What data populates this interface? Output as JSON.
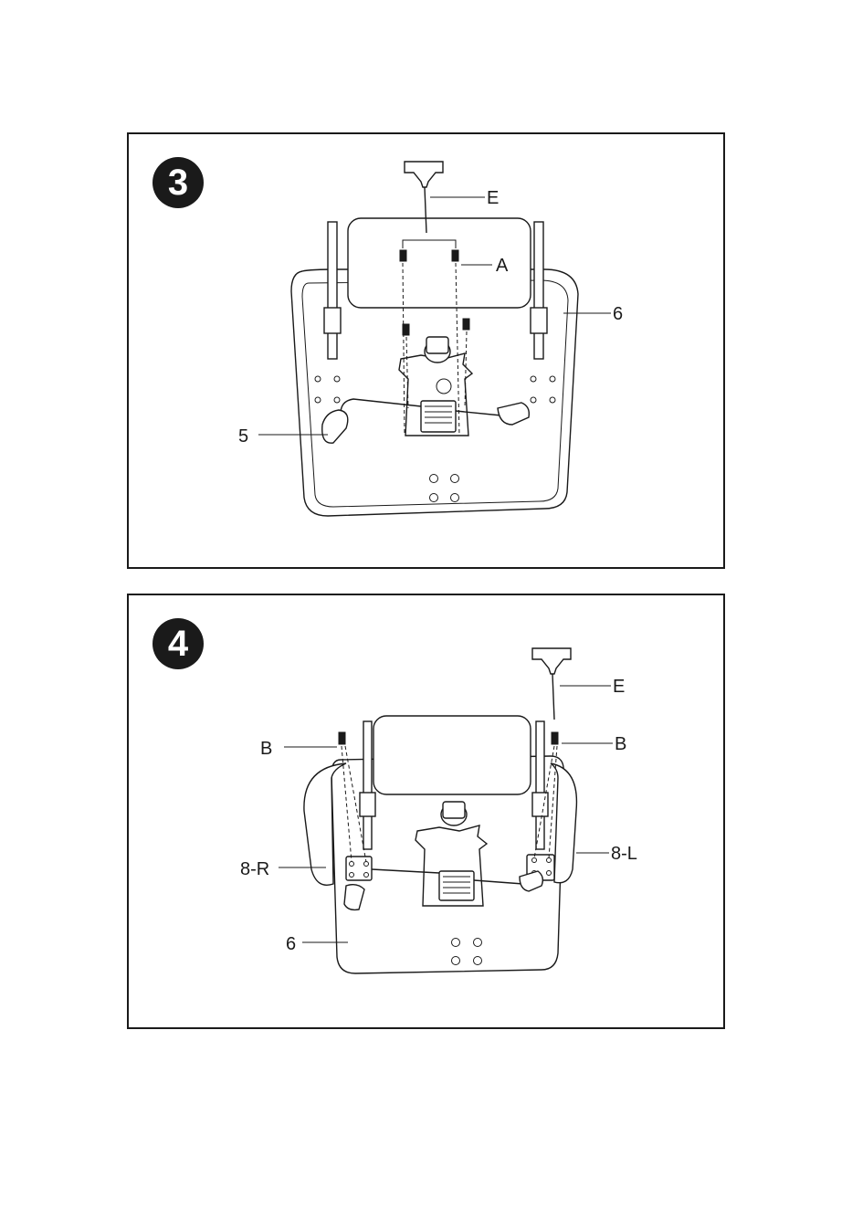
{
  "steps": [
    {
      "number": "3",
      "labels": {
        "tool": "E",
        "screw": "A",
        "seat": "6",
        "lever": "5"
      }
    },
    {
      "number": "4",
      "labels": {
        "tool": "E",
        "screw_left": "B",
        "screw_right": "B",
        "arm_right": "8-R",
        "arm_left": "8-L",
        "seat": "6"
      }
    }
  ]
}
